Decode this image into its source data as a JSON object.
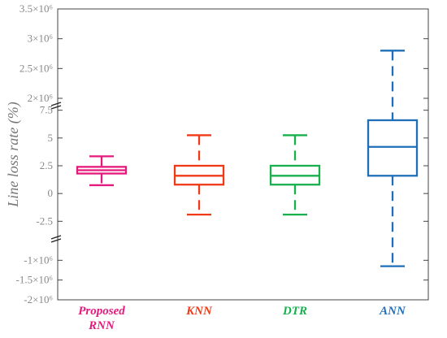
{
  "chart_data": {
    "type": "boxplot",
    "ylabel": "Line loss rate (%)",
    "y_axis_broken": true,
    "y_segments": [
      {
        "name": "upper",
        "range": [
          2000000,
          3500000
        ],
        "ticks": [
          "2×10⁶",
          "2.5×10⁶",
          "3×10⁶",
          "3.5×10⁶"
        ],
        "tick_values": [
          2000000,
          2500000,
          3000000,
          3500000
        ]
      },
      {
        "name": "middle",
        "range": [
          -3.5,
          8.5
        ],
        "ticks": [
          "-2.5",
          "0",
          "2.5",
          "5",
          "7.5"
        ],
        "tick_values": [
          -2.5,
          0,
          2.5,
          5,
          7.5
        ]
      },
      {
        "name": "lower",
        "range": [
          -2000000,
          -500000
        ],
        "ticks": [
          "-2×10⁶",
          "-1.5×10⁶",
          "-1×10⁶"
        ],
        "tick_values": [
          -2000000,
          -1500000,
          -1000000
        ]
      }
    ],
    "categories": [
      "Proposed RNN",
      "KNN",
      "DTR",
      "ANN"
    ],
    "category_lines": [
      [
        "Proposed",
        "RNN"
      ],
      [
        "KNN"
      ],
      [
        "DTR"
      ],
      [
        "ANN"
      ]
    ],
    "series": [
      {
        "category": "Proposed RNN",
        "color": "#e5197c",
        "whisker_low": 0.75,
        "q1": 1.8,
        "median": 2.1,
        "q3": 2.4,
        "whisker_high": 3.35
      },
      {
        "category": "KNN",
        "color": "#f03a17",
        "whisker_low": -1.9,
        "q1": 0.8,
        "median": 1.6,
        "q3": 2.5,
        "whisker_high": 5.25
      },
      {
        "category": "DTR",
        "color": "#17b04c",
        "whisker_low": -1.9,
        "q1": 0.8,
        "median": 1.6,
        "q3": 2.5,
        "whisker_high": 5.25
      },
      {
        "category": "ANN",
        "color": "#1f6fb8",
        "whisker_low": -1150000,
        "q1": 1.6,
        "median": 4.2,
        "q3": 6.6,
        "whisker_high": 2800000
      }
    ]
  }
}
